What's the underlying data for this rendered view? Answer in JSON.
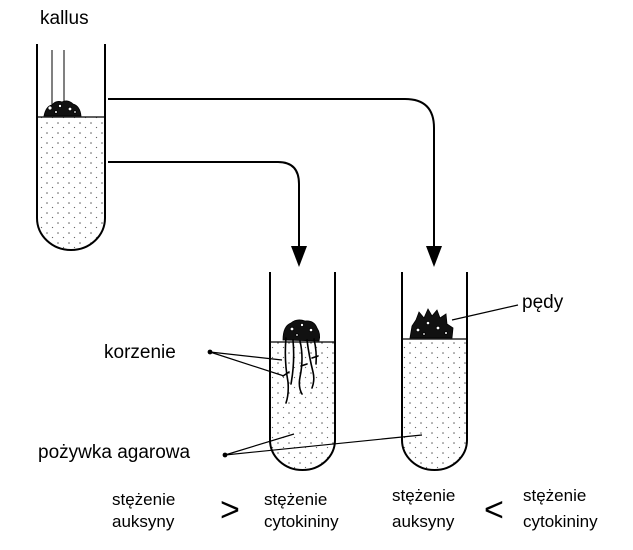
{
  "labels": {
    "callus": "kallus",
    "shoots": "pędy",
    "roots": "korzenie",
    "medium": "pożywka agarowa"
  },
  "comparisons": {
    "left": {
      "a_line1": "stężenie",
      "a_line2": "auksyny",
      "operator": ">",
      "b_line1": "stężenie",
      "b_line2": "cytokininy"
    },
    "right": {
      "a_line1": "stężenie",
      "a_line2": "auksyny",
      "operator": "<",
      "b_line1": "stężenie",
      "b_line2": "cytokininy"
    }
  }
}
